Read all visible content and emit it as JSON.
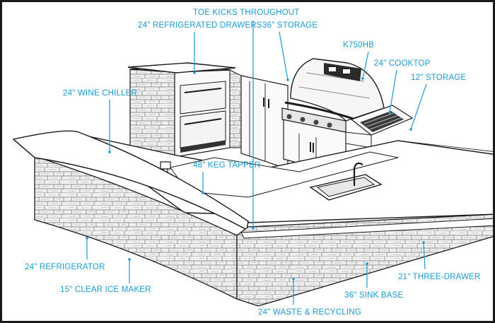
{
  "colors": {
    "label": "#1b9ad6",
    "outline": "#1a1a1a",
    "stone_fill": "#efefef",
    "counter_fill": "#ffffff"
  },
  "labels": {
    "toe_kicks": "TOE KICKS THROUGHOUT",
    "refrigerated_drawers": "24\" REFRIGERATED DRAWERS",
    "storage_36": "36\" STORAGE",
    "grill_model": "K750HB",
    "cooktop": "24\" COOKTOP",
    "storage_12": "12\" STORAGE",
    "wine_chiller": "24\" WINE CHILLER",
    "keg_tapper": "48\" KEG TAPPER",
    "refrigerator": "24\" REFRIGERATOR",
    "ice_maker": "15\" CLEAR ICE MAKER",
    "three_drawer": "21\" THREE-DRAWER",
    "sink_base": "36\" SINK BASE",
    "waste_recycling": "24\" WASTE & RECYCLING"
  }
}
